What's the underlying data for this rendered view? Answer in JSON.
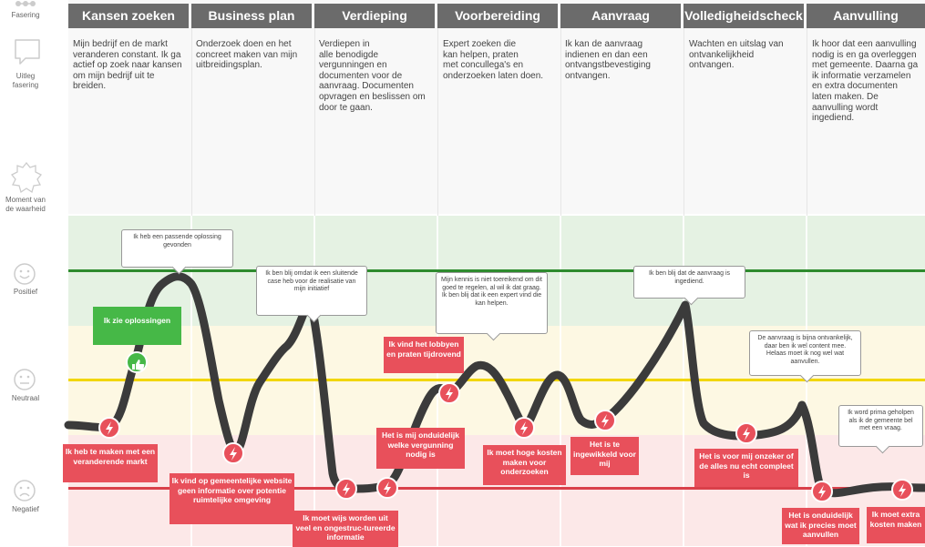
{
  "sidebar": {
    "fasering": "Fasering",
    "uitleg": "Uitleg\nfasering",
    "moment": "Moment van\nde waarheid",
    "positief": "Positief",
    "neutraal": "Neutraal",
    "negatief": "Negatief"
  },
  "phases": [
    {
      "title": "Kansen zoeken",
      "desc": "Mijn bedrijf en de markt veranderen constant. Ik ga actief op zoek naar kansen om mijn bedrijf uit te breiden."
    },
    {
      "title": "Business plan",
      "desc": "Onderzoek doen en het concreet maken van mijn uitbreidingsplan."
    },
    {
      "title": "Verdieping",
      "desc": "Verdiepen in\nalle benodigde vergunningen en documenten voor de aanvraag. Documenten opvragen en beslissen om door te gaan."
    },
    {
      "title": "Voorbereiding",
      "desc": "Expert zoeken die\nkan helpen, praten\nmet concullega's en onderzoeken laten doen."
    },
    {
      "title": "Aanvraag",
      "desc": "Ik kan de aanvraag indienen en dan een ontvangstbevestiging ontvangen."
    },
    {
      "title": "Volledigheidscheck",
      "desc": "Wachten en uitslag van ontvankelijkheid ontvangen."
    },
    {
      "title": "Aanvulling",
      "desc": "Ik hoor dat een aanvulling nodig is en ga overleggen met gemeente. Daarna ga ik informatie verzamelen en extra documenten laten maken. De aanvulling wordt ingediend."
    }
  ],
  "positive_moments": [
    {
      "label": "Ik zie oplossingen"
    }
  ],
  "pain_points": [
    {
      "label": "Ik heb te maken met een veranderende markt"
    },
    {
      "label": "Ik vind op gemeentelijke website geen informatie over potentie ruimtelijke omgeving"
    },
    {
      "label": "Ik moet wijs worden uit veel en ongestruc-tureerde informatie"
    },
    {
      "label": "Het is mij onduidelijk welke vergunning nodig is"
    },
    {
      "label": "Ik vind het lobbyen en praten tijdrovend"
    },
    {
      "label": "Ik moet hoge kosten maken voor onderzoeken"
    },
    {
      "label": "Het is te ingewikkeld voor mij"
    },
    {
      "label": "Het is voor mij onzeker of de alles nu echt compleet is"
    },
    {
      "label": "Het is onduidelijk wat ik precies moet aanvullen"
    },
    {
      "label": "Ik moet extra kosten maken"
    }
  ],
  "quotes": [
    {
      "text": "Ik heb een passende oplossing gevonden"
    },
    {
      "text": "Ik ben blij omdat ik een sluitende case heb voor de realisatie van mijn initiatief"
    },
    {
      "text": "Mijn kennis is niet toereikend om dit goed te regelen, al wil ik dat graag. Ik ben blij dat ik een expert vind die kan helpen."
    },
    {
      "text": "Ik ben blij dat de aanvraag is ingediend."
    },
    {
      "text": "De aanvraag is bijna ontvankelijk, daar ben ik wel content mee. Helaas moet ik nog wel wat aanvullen."
    },
    {
      "text": "Ik word prima geholpen als ik de gemeente bel met een vraag."
    }
  ],
  "colors": {
    "phase_header": "#6b6b6b",
    "positive_line": "#2e8b2e",
    "neutral_line": "#f2d600",
    "negative_line": "#d9404a",
    "journey_line": "#3b3b3b",
    "pain": "#e8505b",
    "positive": "#46b847"
  }
}
